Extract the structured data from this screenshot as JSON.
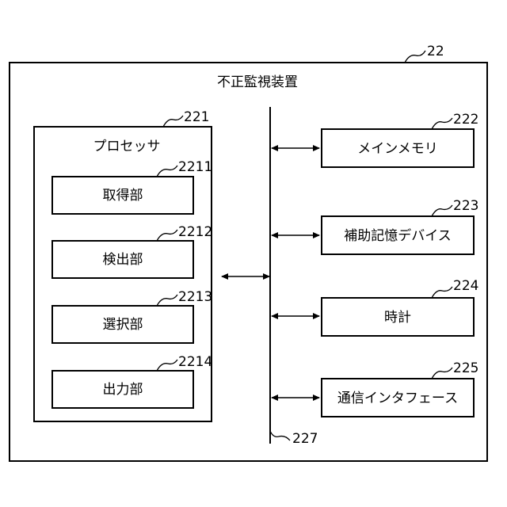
{
  "device": {
    "ref": "22",
    "title": "不正監視装置"
  },
  "processor": {
    "ref": "221",
    "title": "プロセッサ",
    "units": [
      {
        "ref": "2211",
        "label": "取得部"
      },
      {
        "ref": "2212",
        "label": "検出部"
      },
      {
        "ref": "2213",
        "label": "選択部"
      },
      {
        "ref": "2214",
        "label": "出力部"
      }
    ]
  },
  "bus": {
    "ref": "227"
  },
  "components": [
    {
      "ref": "222",
      "label": "メインメモリ"
    },
    {
      "ref": "223",
      "label": "補助記憶デバイス"
    },
    {
      "ref": "224",
      "label": "時計"
    },
    {
      "ref": "225",
      "label": "通信インタフェース"
    }
  ]
}
